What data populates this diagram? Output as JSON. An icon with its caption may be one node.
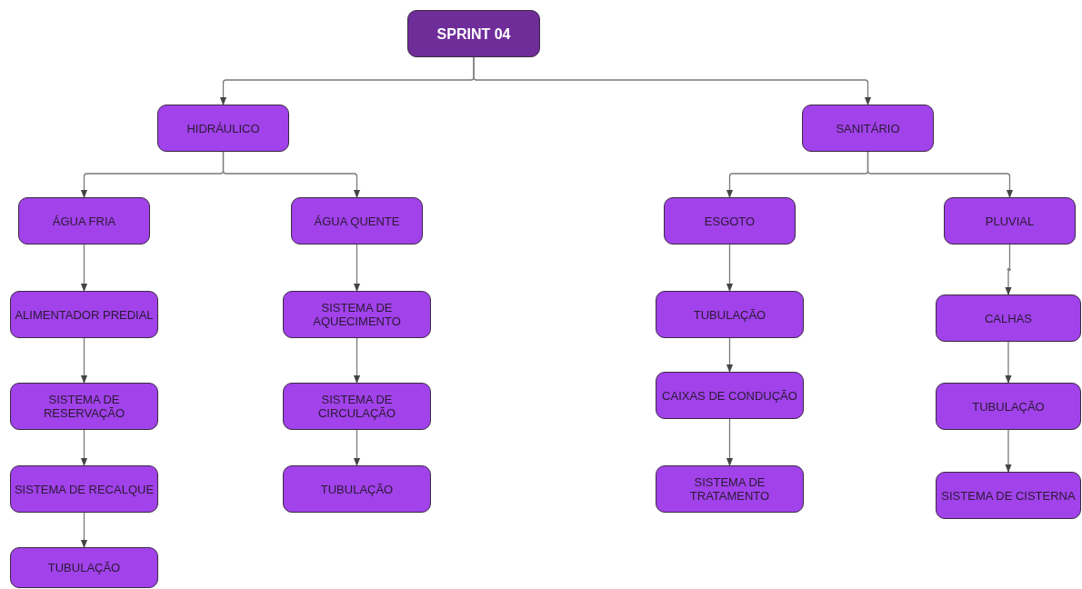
{
  "diagram": {
    "nodes": [
      {
        "text": [
          "SPRINT 04"
        ]
      },
      {
        "text": [
          "HIDRÁULICO"
        ]
      },
      {
        "text": [
          "SANITÁRIO"
        ]
      },
      {
        "text": [
          "ÁGUA FRIA"
        ]
      },
      {
        "text": [
          "ÁGUA QUENTE"
        ]
      },
      {
        "text": [
          "ESGOTO"
        ]
      },
      {
        "text": [
          "PLUVIAL"
        ]
      },
      {
        "text": [
          "ALIMENTADOR PREDIAL"
        ]
      },
      {
        "text": [
          "SISTEMA DE RESERVAÇÃO"
        ]
      },
      {
        "text": [
          "SISTEMA DE RECALQUE"
        ]
      },
      {
        "text": [
          "TUBULAÇÃO"
        ]
      },
      {
        "text": [
          "SISTEMA DE AQUECIMENTO"
        ]
      },
      {
        "text": [
          "SISTEMA DE CIRCULAÇÃO"
        ]
      },
      {
        "text": [
          "TUBULAÇÃO"
        ]
      },
      {
        "text": [
          "TUBULAÇÃO"
        ]
      },
      {
        "text": [
          "CAIXAS DE CONDUÇÃO"
        ]
      },
      {
        "text": [
          "SISTEMA DE TRATAMENTO"
        ]
      },
      {
        "text": [
          "CALHAS"
        ]
      },
      {
        "text": [
          "TUBULAÇÃO"
        ]
      },
      {
        "text": [
          "SISTEMA DE CISTERNA"
        ]
      }
    ],
    "edges": [
      {
        "from": 0,
        "to": 1,
        "arrow": "to"
      },
      {
        "from": 0,
        "to": 2,
        "arrow": "to"
      },
      {
        "from": 1,
        "to": 3,
        "arrow": "to"
      },
      {
        "from": 1,
        "to": 4,
        "arrow": "to"
      },
      {
        "from": 2,
        "to": 5,
        "arrow": "to"
      },
      {
        "from": 2,
        "to": 6,
        "arrow": "to"
      },
      {
        "from": 3,
        "to": 7,
        "arrow": "to"
      },
      {
        "from": 7,
        "to": 8,
        "arrow": "to"
      },
      {
        "from": 8,
        "to": 9,
        "arrow": "to"
      },
      {
        "from": 9,
        "to": 10,
        "arrow": "to"
      },
      {
        "from": 4,
        "to": 11,
        "arrow": "to"
      },
      {
        "from": 11,
        "to": 12,
        "arrow": "to"
      },
      {
        "from": 12,
        "to": 13,
        "arrow": "to"
      },
      {
        "from": 5,
        "to": 14,
        "arrow": "to"
      },
      {
        "from": 14,
        "to": 15,
        "arrow": "to"
      },
      {
        "from": 15,
        "to": 16,
        "arrow": "to"
      },
      {
        "from": 6,
        "to": 17,
        "arrow": "to"
      },
      {
        "from": 17,
        "to": 18,
        "arrow": "to"
      },
      {
        "from": 18,
        "to": 19,
        "arrow": "to"
      }
    ]
  }
}
